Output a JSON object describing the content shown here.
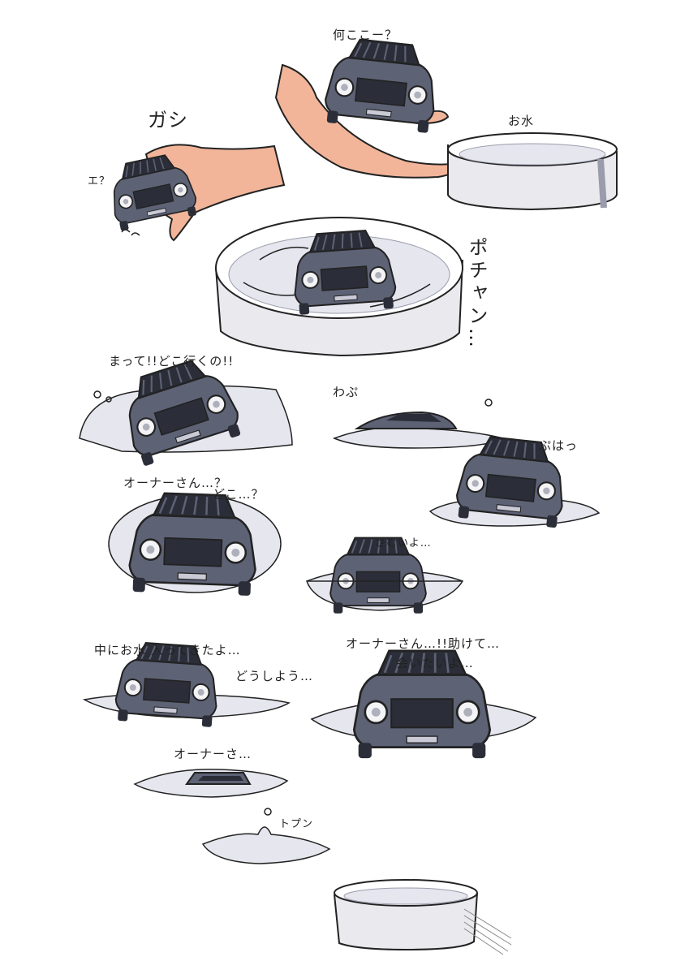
{
  "captions": {
    "nanikoko": "何ここー？",
    "gashi": "ガシ",
    "e": "エ？",
    "omizu": "お水",
    "pochan": "ポチャン…",
    "matte": "まって!!どこ行くの!!",
    "wapu": "わぷ",
    "puhatsu": "ぷはっ",
    "ownersan_doko": "オーナーさん…？",
    "doko": "どこ…？",
    "samuiyo": "さむいよ…",
    "nakani": "中にお水 入ってきたよ…",
    "doushiyou": "どうしよう…",
    "tasukete": "オーナーさん…!!助けて…",
    "aitaiyo": "会いたいよ…",
    "ownersa": "オーナーさ…",
    "topun": "トプン"
  },
  "colors": {
    "car_body": "#5d6275",
    "car_dark": "#2b2e38",
    "skin": "#f2b599",
    "water": "#e5e6ee",
    "water_edge": "#c9cad6",
    "ink": "#222222"
  }
}
